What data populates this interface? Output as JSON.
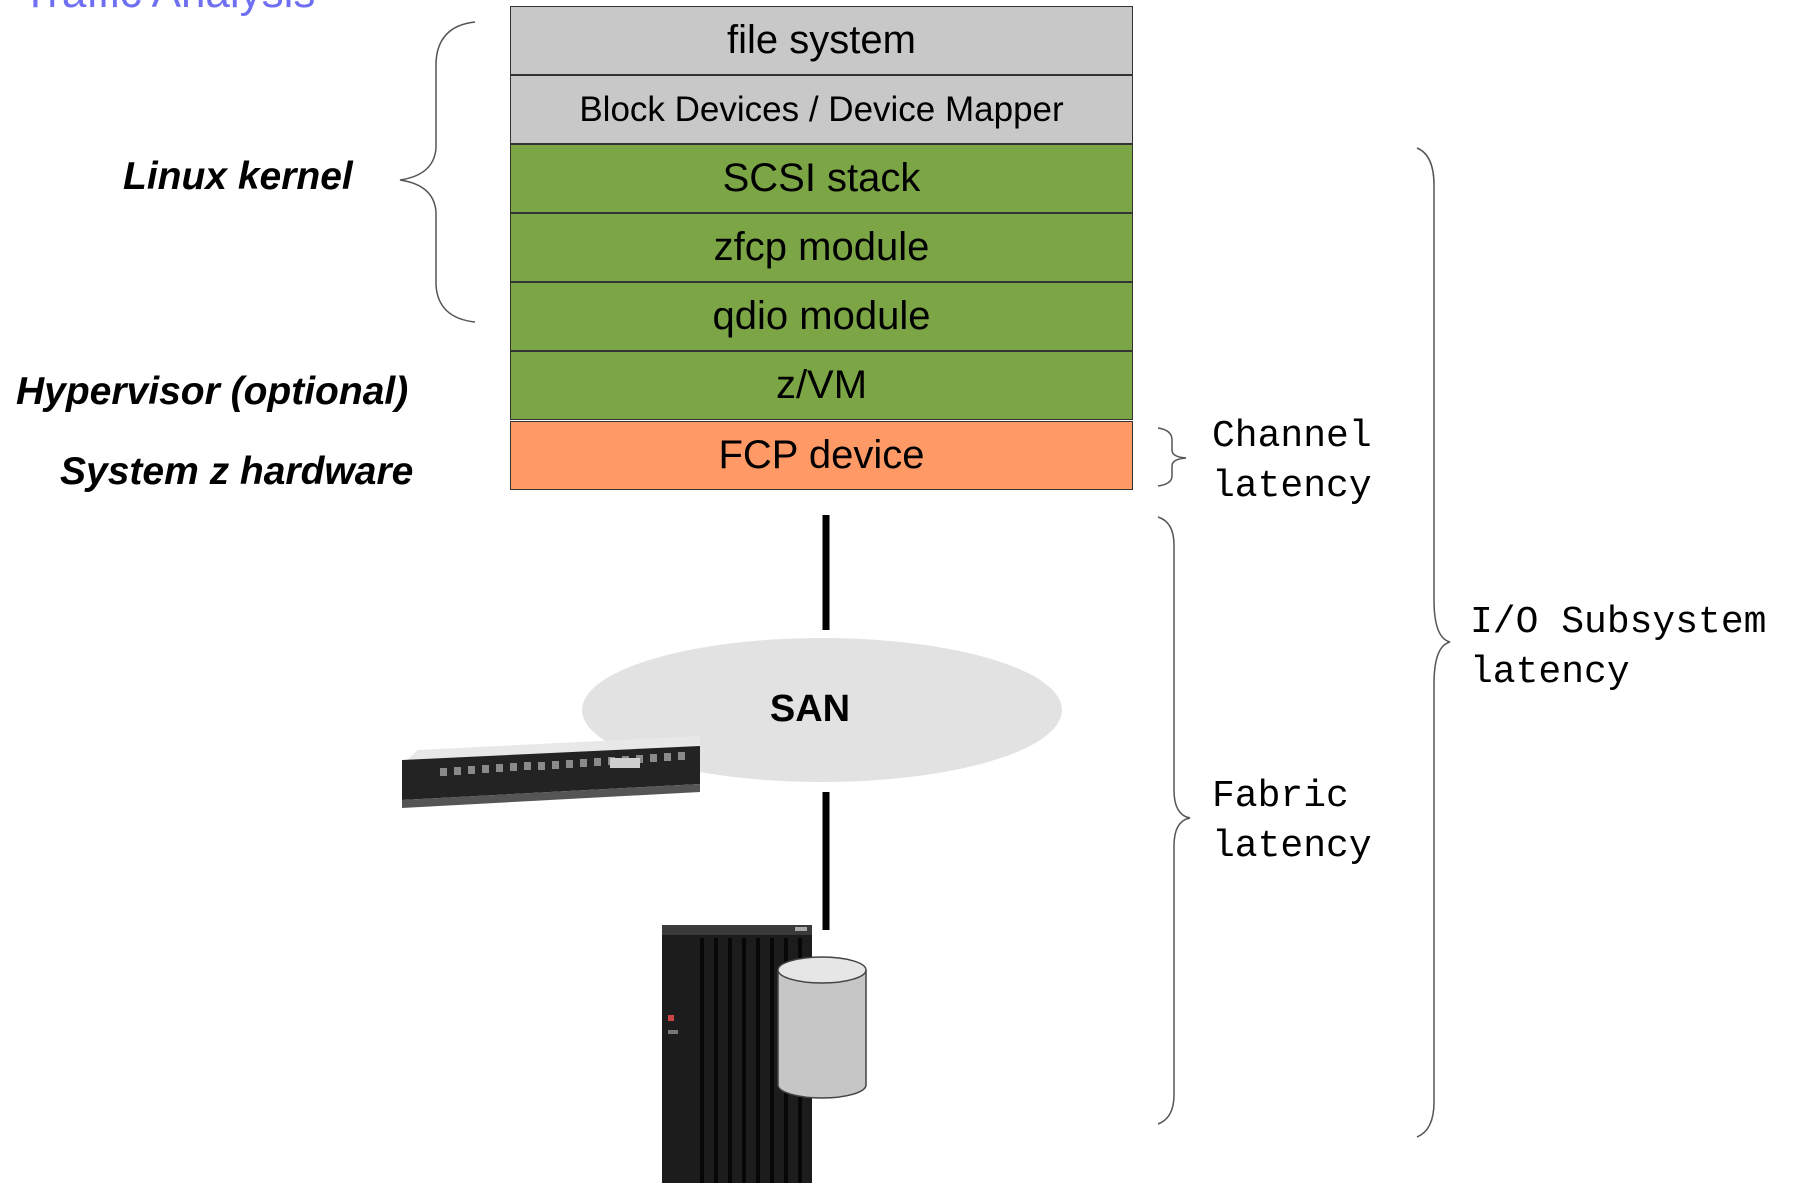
{
  "title": "Traffic Analysis",
  "layers": [
    {
      "label": "file system"
    },
    {
      "label": "Block Devices / Device Mapper"
    },
    {
      "label": "SCSI stack"
    },
    {
      "label": "zfcp module"
    },
    {
      "label": "qdio module"
    },
    {
      "label": "z/VM"
    },
    {
      "label": "FCP device"
    }
  ],
  "side_labels": {
    "linux_kernel": "Linux kernel",
    "hypervisor": "Hypervisor (optional)",
    "hardware": "System z hardware"
  },
  "san_label": "SAN",
  "latency": {
    "channel_1": "Channel",
    "channel_2": "latency",
    "fabric_1": "Fabric",
    "fabric_2": "latency",
    "io_1": "I/O Subsystem",
    "io_2": "latency"
  },
  "colors": {
    "title": "#6f6ff2",
    "gray_layer": "#c8c8c8",
    "green_layer": "#7ca646",
    "orange_layer": "#ff9966",
    "san_cloud": "#e2e2e2"
  },
  "icons": [
    "san-switch-icon",
    "storage-server-icon",
    "disk-cylinder-icon"
  ]
}
